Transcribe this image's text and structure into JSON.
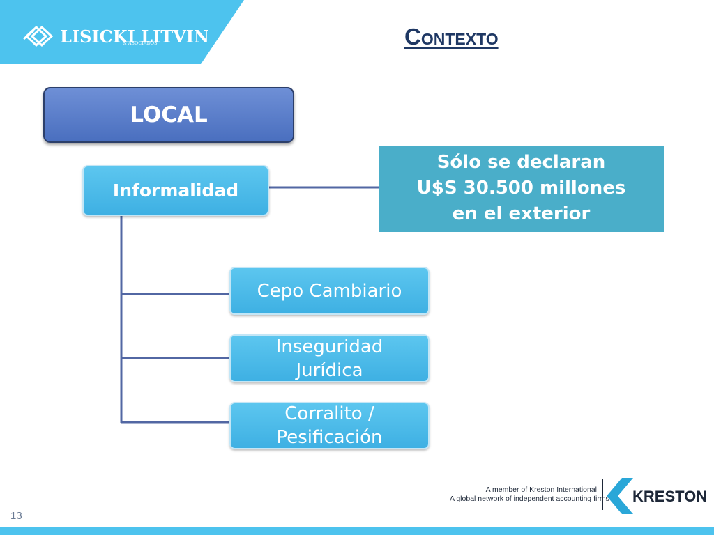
{
  "header": {
    "logo_text": "LISICKI LITVIN",
    "logo_sub": "& ASOCIADOS",
    "title": "Contexto"
  },
  "diagram": {
    "root_label": "LOCAL",
    "branch_label": "Informalidad",
    "note_lines": [
      "Sólo se declaran",
      "U$S 30.500 millones",
      "en el exterior"
    ],
    "items": [
      {
        "lines": [
          "Cepo Cambiario"
        ]
      },
      {
        "lines": [
          "Inseguridad",
          "Jurídica"
        ]
      },
      {
        "lines": [
          "Corralito /",
          "Pesificación"
        ]
      }
    ]
  },
  "footer": {
    "page_number": "13",
    "kreston_tagline": [
      "A member of Kreston International",
      "A global network of independent accounting firms"
    ],
    "kreston_name": "KRESTON"
  },
  "colors": {
    "header_band": "#4dc3ee",
    "title": "#1f3864",
    "local_box": "#4a6fbf",
    "light_box": "#3eb0e3",
    "note_box": "#4aaec9",
    "connector": "#5267a3",
    "footer_bar": "#4dc3ee"
  },
  "icons": {
    "logo": "lisicki-litvin-logo-icon",
    "kreston": "kreston-logo-icon"
  }
}
